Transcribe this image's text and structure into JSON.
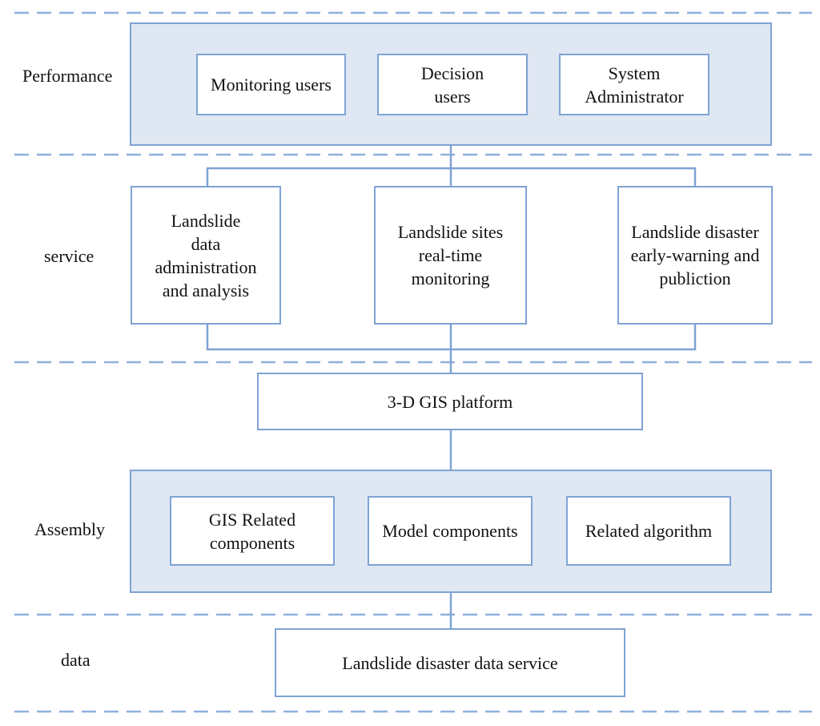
{
  "layers": {
    "performance": "Performance",
    "service": "service",
    "assembly": "Assembly",
    "data": "data"
  },
  "performance": {
    "boxes": [
      "Monitoring users",
      "Decision\nusers",
      "System\nAdministrator"
    ]
  },
  "service": {
    "boxes": [
      "Landslide\ndata\nadministration\nand analysis",
      "Landslide sites\nreal-time\nmonitoring",
      "Landslide disaster\nearly-warning and\npubliction"
    ]
  },
  "platform": {
    "label": "3-D GIS platform"
  },
  "assembly": {
    "boxes": [
      "GIS Related\ncomponents",
      "Model components",
      "Related algorithm"
    ]
  },
  "data": {
    "label": "Landslide disaster data service"
  },
  "colors": {
    "box_border": "#7fa3d4",
    "group_fill": "#dfe7f3",
    "divider": "#7fa3d4",
    "connector": "#7fa3d4"
  }
}
